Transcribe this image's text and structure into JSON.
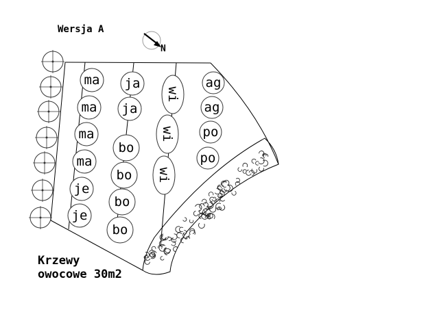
{
  "title": "Wersja A",
  "compass": {
    "label": "N",
    "icon": "north-arrow-icon"
  },
  "area_label": [
    "Krzewy",
    "owocowe 30m2"
  ],
  "rows": [
    [
      "ma",
      "ma",
      "ma",
      "ma",
      "je",
      "je"
    ],
    [
      "ja",
      "ja",
      "bo",
      "bo",
      "bo",
      "bo"
    ],
    [
      "wi",
      "wi",
      "wi"
    ],
    [
      "ag",
      "ag",
      "po",
      "po"
    ]
  ],
  "colors": {
    "ink": "#000000",
    "background": "#ffffff"
  }
}
